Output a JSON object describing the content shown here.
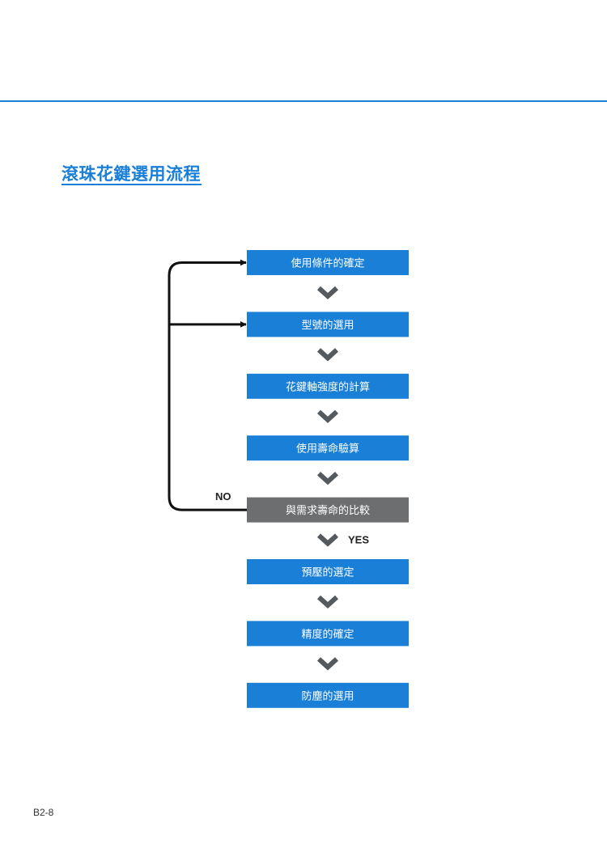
{
  "section_title": "滾珠花鍵選用流程",
  "page_number": "B2-8",
  "colors": {
    "accent": "#1a7fd6",
    "step_fill": "#1a7fd6",
    "decision_fill": "#6d6e70",
    "chevron": "#555a5f",
    "loop_line": "#111111"
  },
  "flowchart": {
    "steps": [
      {
        "id": "conditions",
        "label": "使用條件的確定",
        "kind": "process"
      },
      {
        "id": "model",
        "label": "型號的選用",
        "kind": "process"
      },
      {
        "id": "strength",
        "label": "花鍵軸強度的計算",
        "kind": "process"
      },
      {
        "id": "life",
        "label": "使用壽命驗算",
        "kind": "process"
      },
      {
        "id": "compare",
        "label": "與需求壽命的比較",
        "kind": "decision"
      },
      {
        "id": "preload",
        "label": "預壓的選定",
        "kind": "process"
      },
      {
        "id": "accuracy",
        "label": "精度的確定",
        "kind": "process"
      },
      {
        "id": "dust",
        "label": "防塵的選用",
        "kind": "process"
      }
    ],
    "decision": {
      "no_label": "NO",
      "yes_label": "YES",
      "no_targets": [
        "conditions",
        "model"
      ]
    }
  }
}
